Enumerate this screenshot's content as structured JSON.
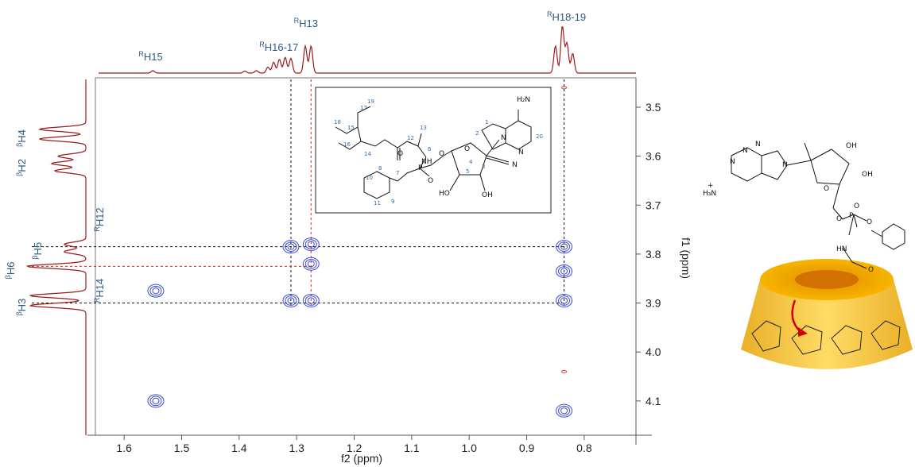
{
  "chart_data": {
    "type": "2d-nmr-contour",
    "xlabel": "f2 (ppm)",
    "ylabel": "f1 (ppm)",
    "xlim": [
      1.65,
      0.71
    ],
    "ylim": [
      3.44,
      4.17
    ],
    "x_ticks": [
      "1.6",
      "1.5",
      "1.4",
      "1.3",
      "1.2",
      "1.1",
      "1.0",
      "0.9",
      "0.8"
    ],
    "x_tick_values": [
      1.6,
      1.5,
      1.4,
      1.3,
      1.2,
      1.1,
      1.0,
      0.9,
      0.8
    ],
    "y_ticks": [
      "3.5",
      "3.6",
      "3.7",
      "3.8",
      "3.9",
      "4.0",
      "4.1"
    ],
    "y_tick_values": [
      3.5,
      3.6,
      3.7,
      3.8,
      3.9,
      4.0,
      4.1
    ],
    "top_spectrum_labels": [
      {
        "sup": "R",
        "text": "H15",
        "x": 1.55
      },
      {
        "sup": "R",
        "text": "H16-17",
        "x": 1.34
      },
      {
        "sup": "R",
        "text": "H13",
        "x": 1.28
      },
      {
        "sup": "R",
        "text": "H18-19",
        "x": 0.84
      }
    ],
    "left_spectrum_labels": [
      {
        "sup": "β",
        "text": "H4",
        "y": 3.555
      },
      {
        "sup": "β",
        "text": "H2",
        "y": 3.615
      },
      {
        "sup": "β",
        "text": "H5",
        "y": 3.785
      },
      {
        "sup": "β",
        "text": "H6",
        "y": 3.825
      },
      {
        "sup": "β",
        "text": "H3",
        "y": 3.9
      }
    ],
    "inner_labels": [
      {
        "sup": "R",
        "text": "H12",
        "y": 3.725
      },
      {
        "sup": "R",
        "text": "H14",
        "y": 3.87
      }
    ],
    "cross_peaks": [
      {
        "x": 1.31,
        "y": 3.785,
        "color": "blue"
      },
      {
        "x": 1.275,
        "y": 3.78,
        "color": "blue"
      },
      {
        "x": 1.275,
        "y": 3.82,
        "color": "blue"
      },
      {
        "x": 1.31,
        "y": 3.895,
        "color": "blue"
      },
      {
        "x": 1.275,
        "y": 3.895,
        "color": "blue"
      },
      {
        "x": 1.545,
        "y": 3.875,
        "color": "blue"
      },
      {
        "x": 1.545,
        "y": 4.1,
        "color": "blue"
      },
      {
        "x": 0.835,
        "y": 3.785,
        "color": "blue"
      },
      {
        "x": 0.835,
        "y": 3.835,
        "color": "blue"
      },
      {
        "x": 0.835,
        "y": 3.895,
        "color": "blue"
      },
      {
        "x": 0.835,
        "y": 4.12,
        "color": "blue"
      },
      {
        "x": 0.835,
        "y": 4.04,
        "color": "red"
      },
      {
        "x": 0.835,
        "y": 3.46,
        "color": "red"
      }
    ],
    "guide_lines": [
      {
        "orientation": "vertical",
        "value": 1.31,
        "color": "black"
      },
      {
        "orientation": "vertical",
        "value": 1.275,
        "color": "red"
      },
      {
        "orientation": "vertical",
        "value": 0.835,
        "color": "black"
      },
      {
        "orientation": "horizontal",
        "value": 3.785,
        "color": "black"
      },
      {
        "orientation": "horizontal",
        "value": 3.825,
        "color": "red"
      },
      {
        "orientation": "horizontal",
        "value": 3.9,
        "color": "black"
      }
    ],
    "top_projection_peaks": [
      {
        "x": 1.55,
        "h": 0.05
      },
      {
        "x": 1.39,
        "h": 0.04
      },
      {
        "x": 1.37,
        "h": 0.05
      },
      {
        "x": 1.35,
        "h": 0.12
      },
      {
        "x": 1.34,
        "h": 0.22
      },
      {
        "x": 1.33,
        "h": 0.28
      },
      {
        "x": 1.32,
        "h": 0.32
      },
      {
        "x": 1.31,
        "h": 0.3
      },
      {
        "x": 1.285,
        "h": 0.55
      },
      {
        "x": 1.275,
        "h": 0.55
      },
      {
        "x": 0.85,
        "h": 0.55
      },
      {
        "x": 0.838,
        "h": 0.95
      },
      {
        "x": 0.83,
        "h": 0.6
      },
      {
        "x": 0.82,
        "h": 0.4
      }
    ],
    "left_projection_peaks": [
      {
        "y": 3.545,
        "h": 0.75
      },
      {
        "y": 3.565,
        "h": 0.75
      },
      {
        "y": 3.6,
        "h": 0.45
      },
      {
        "y": 3.615,
        "h": 0.55
      },
      {
        "y": 3.63,
        "h": 0.5
      },
      {
        "y": 3.78,
        "h": 0.35
      },
      {
        "y": 3.795,
        "h": 0.35
      },
      {
        "y": 3.825,
        "h": 0.95
      },
      {
        "y": 3.885,
        "h": 0.9
      },
      {
        "y": 3.905,
        "h": 0.9
      }
    ]
  },
  "structure_inset": {
    "atoms": [
      "H₂N",
      "N",
      "N",
      "NH",
      "P",
      "O",
      "O",
      "O",
      "O",
      "HO",
      "OH",
      "N"
    ],
    "numbers": [
      "19",
      "17",
      "18",
      "15",
      "16",
      "14",
      "13",
      "12",
      "1",
      "2",
      "20",
      "6",
      "5",
      "4",
      "3",
      "8",
      "7",
      "10",
      "11",
      "9"
    ]
  },
  "cyclodextrin_drawing": {
    "atoms": [
      "N",
      "N",
      "N",
      "N",
      "OH",
      "OH",
      "O",
      "O",
      "O",
      "P",
      "O",
      "HN",
      "O",
      "H₃N",
      "+"
    ]
  }
}
